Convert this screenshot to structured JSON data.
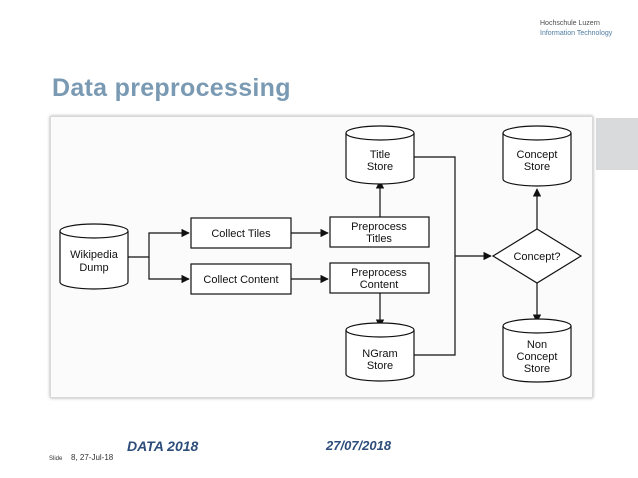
{
  "header": {
    "logo_line1": "Hochschule Luzern",
    "logo_line2": "Information Technology",
    "title": "Data preprocessing"
  },
  "diagram": {
    "nodes": {
      "wikipedia": [
        "Wikipedia",
        "Dump"
      ],
      "collect_tiles": [
        "Collect Tiles"
      ],
      "collect_content": [
        "Collect Content"
      ],
      "preprocess_titles": [
        "Preprocess",
        "Titles"
      ],
      "preprocess_content": [
        "Preprocess",
        "Content"
      ],
      "title_store": [
        "Title",
        "Store"
      ],
      "ngram_store": [
        "NGram",
        "Store"
      ],
      "concept_decision": [
        "Concept?"
      ],
      "concept_store": [
        "Concept",
        "Store"
      ],
      "non_concept_store": [
        "Non",
        "Concept",
        "Store"
      ]
    }
  },
  "footer": {
    "event": "DATA 2018",
    "date": "27/07/2018",
    "slide_label": "Slide",
    "slide_info": "8, 27-Jul-18"
  },
  "colors": {
    "title": "#7a9ab3",
    "footer": "#2d4d7a",
    "deco": "#d8dadb"
  }
}
